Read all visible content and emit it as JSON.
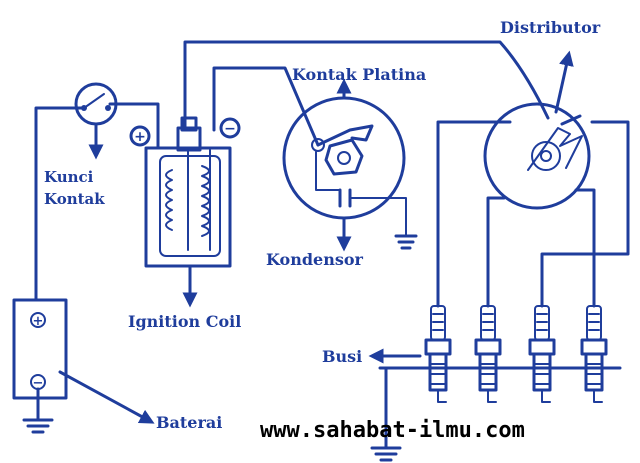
{
  "labels": {
    "distributor": "Distributor",
    "kontak_platina": "Kontak Platina",
    "kunci_kontak_line1": "Kunci",
    "kunci_kontak_line2": "Kontak",
    "kondensor": "Kondensor",
    "ignition_coil": "Ignition Coil",
    "busi": "Busi",
    "baterai": "Baterai",
    "plus": "+",
    "minus": "−",
    "battery_plus": "+",
    "battery_minus": "−"
  },
  "watermark": "www.sahabat-ilmu.com",
  "colors": {
    "ink": "#1f3d9c",
    "watermark": "#000000",
    "background": "#ffffff"
  },
  "spark_plug_count": 4
}
